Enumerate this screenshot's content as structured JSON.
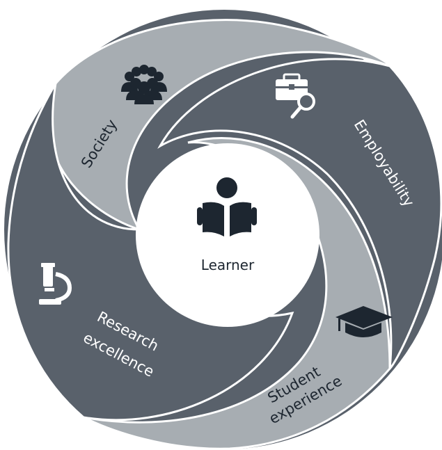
{
  "diagram": {
    "center": {
      "label": "Learner",
      "icon": "reading-person-icon"
    },
    "segments": [
      {
        "label": "Society",
        "icon": "people-group-icon",
        "color": "#a7adb2"
      },
      {
        "label": "Employability",
        "icon": "briefcase-search-icon",
        "color": "#59616b"
      },
      {
        "label": "Student experience",
        "label_lines": [
          "Student",
          "experience"
        ],
        "icon": "graduation-cap-icon",
        "color": "#a7adb2"
      },
      {
        "label": "Research excellence",
        "label_lines": [
          "Research",
          "excellence"
        ],
        "icon": "microscope-icon",
        "color": "#59616b"
      }
    ],
    "colors": {
      "dark": "#59616b",
      "light": "#a7adb2",
      "icon_dark": "#1d2630",
      "divider": "#ffffff"
    }
  }
}
